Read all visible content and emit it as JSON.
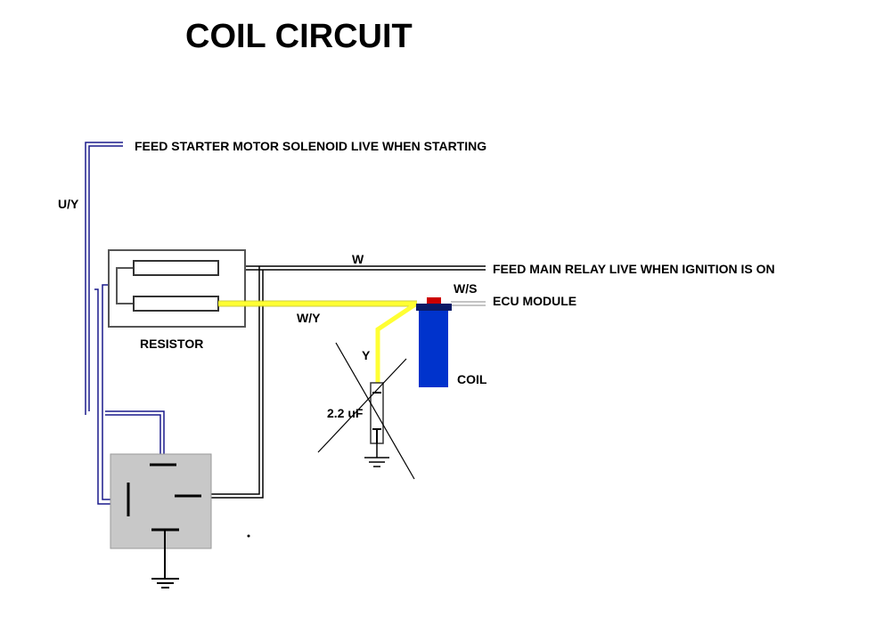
{
  "title": "COIL CIRCUIT",
  "labels": {
    "starter_feed": "FEED STARTER MOTOR SOLENOID LIVE WHEN STARTING",
    "uy": "U/Y",
    "w": "W",
    "main_relay_feed": "FEED MAIN RELAY LIVE WHEN IGNITION IS ON",
    "ws": "W/S",
    "ecu": "ECU MODULE",
    "wy": "W/Y",
    "resistor": "RESISTOR",
    "y": "Y",
    "coil": "COIL",
    "capacitor": "2.2 uF"
  },
  "colors": {
    "blue_wire": "#1a1a8c",
    "yellow_wire": "#ffff33",
    "coil_body": "#0033cc",
    "coil_cap": "#cc0000",
    "relay_box": "#c8c8c8"
  }
}
